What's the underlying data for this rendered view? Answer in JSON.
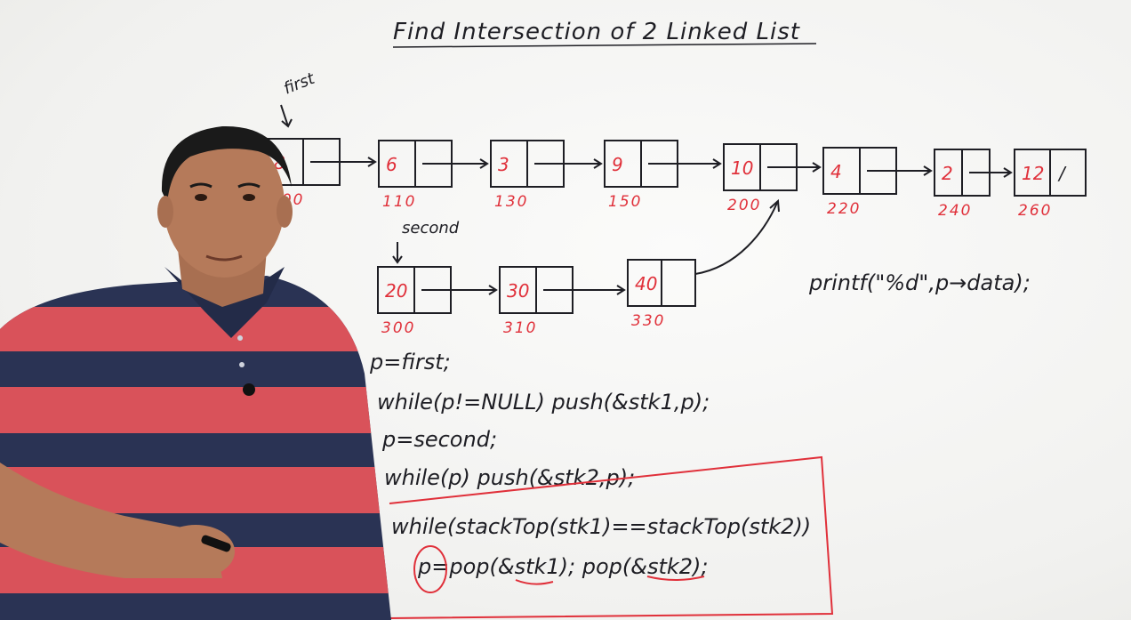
{
  "title": "Find Intersection of 2 Linked List",
  "labels": {
    "first": "first",
    "second": "second"
  },
  "list1": [
    {
      "value": "8",
      "address": "100"
    },
    {
      "value": "6",
      "address": "110"
    },
    {
      "value": "3",
      "address": "130"
    },
    {
      "value": "9",
      "address": "150"
    },
    {
      "value": "10",
      "address": "200"
    },
    {
      "value": "4",
      "address": "220"
    },
    {
      "value": "2",
      "address": "240"
    },
    {
      "value": "12",
      "address": "260"
    }
  ],
  "list2": [
    {
      "value": "20",
      "address": "300"
    },
    {
      "value": "30",
      "address": "310"
    },
    {
      "value": "40",
      "address": "330"
    }
  ],
  "null_marker": "/",
  "printf_line": "printf(\"%d\",p→data);",
  "code_lines": [
    "p=first;",
    "while(p!=NULL) push(&stk1,p);",
    "p=second;",
    "while(p) push(&stk2,p);",
    "while(stackTop(stk1)==stackTop(stk2))",
    "p=pop(&stk1); pop(&stk2);"
  ],
  "colors": {
    "board": "#f4f4f2",
    "ink": "#1e1e24",
    "marker_red": "#e0303a",
    "shirt_red": "#d9525a",
    "shirt_navy": "#2a3354",
    "skin": "#b57a5a"
  }
}
